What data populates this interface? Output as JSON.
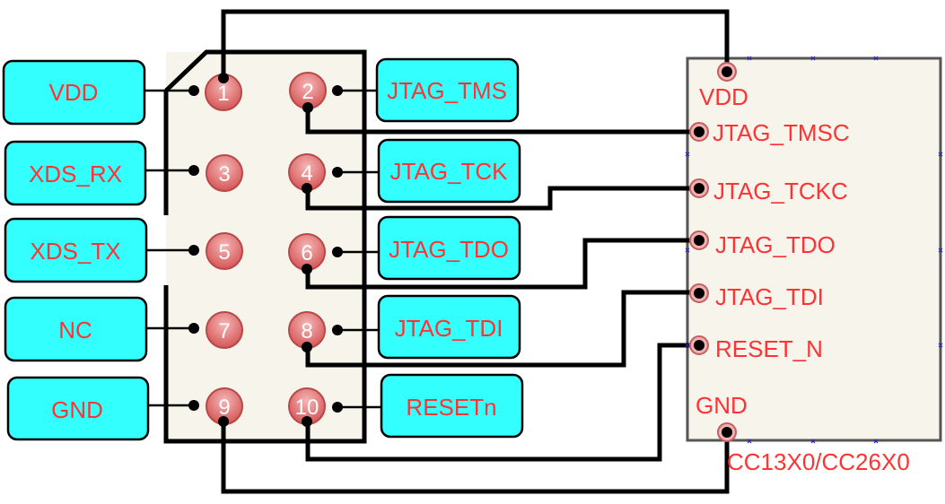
{
  "diagram": {
    "title": "XDS JTAG connector to CC13X0/CC26X0",
    "connector": {
      "pins": [
        {
          "num": "1",
          "label": "VDD"
        },
        {
          "num": "2",
          "label": "JTAG_TMS"
        },
        {
          "num": "3",
          "label": "XDS_RX"
        },
        {
          "num": "4",
          "label": "JTAG_TCK"
        },
        {
          "num": "5",
          "label": "XDS_TX"
        },
        {
          "num": "6",
          "label": "JTAG_TDO"
        },
        {
          "num": "7",
          "label": "NC"
        },
        {
          "num": "8",
          "label": "JTAG_TDI"
        },
        {
          "num": "9",
          "label": "GND"
        },
        {
          "num": "10",
          "label": "RESETn"
        }
      ]
    },
    "chip": {
      "name": "CC13X0/CC26X0",
      "pins": {
        "vdd": "VDD",
        "tmsc": "JTAG_TMSC",
        "tckc": "JTAG_TCKC",
        "tdo": "JTAG_TDO",
        "tdi": "JTAG_TDI",
        "reset": "RESET_N",
        "gnd": "GND"
      }
    },
    "connections": [
      {
        "from": "1",
        "to": "VDD"
      },
      {
        "from": "2",
        "to": "JTAG_TMSC"
      },
      {
        "from": "4",
        "to": "JTAG_TCKC"
      },
      {
        "from": "6",
        "to": "JTAG_TDO"
      },
      {
        "from": "8",
        "to": "JTAG_TDI"
      },
      {
        "from": "10",
        "to": "RESET_N"
      },
      {
        "from": "9",
        "to": "GND"
      }
    ],
    "colors": {
      "label_fill": "#33ffff",
      "text": "#ff3333",
      "pin_fill": "#e07070",
      "body_fill": "#f7f4ec"
    }
  }
}
